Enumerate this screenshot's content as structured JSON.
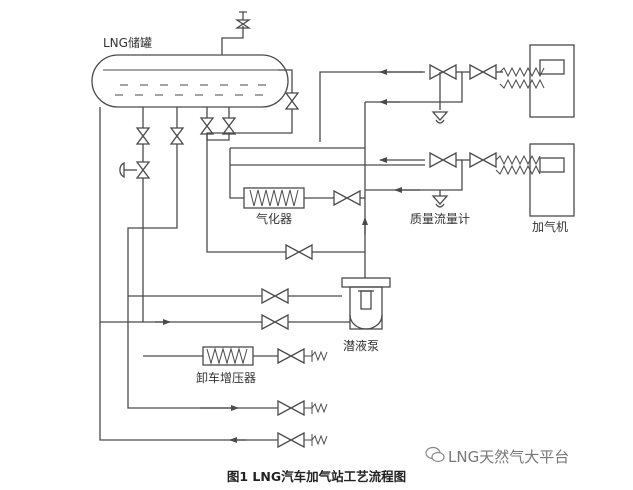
{
  "labels": {
    "tank": "LNG储罐",
    "vaporizer": "气化器",
    "mass_flowmeter": "质量流量计",
    "dispenser": "加气机",
    "submerged_pump": "潜液泵",
    "unloading_pressurizer": "卸车增压器"
  },
  "caption": "图1 LNG汽车加气站工艺流程图",
  "watermark": "LNG天然气大平台",
  "colors": {
    "line": "#4a4a4a",
    "text": "#333333"
  }
}
